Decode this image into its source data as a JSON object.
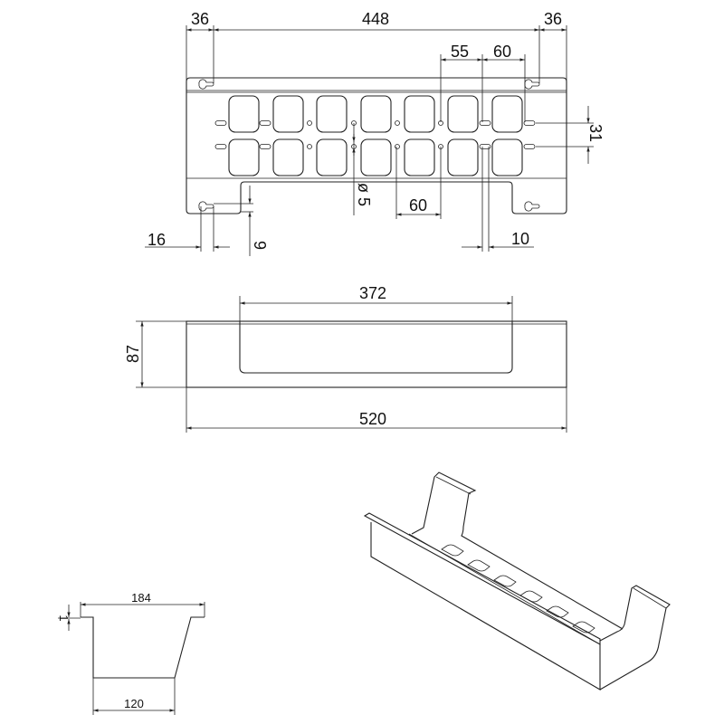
{
  "top_view": {
    "dims": {
      "left_margin": "36",
      "hole_span": "448",
      "right_margin": "36",
      "pitch_a": "55",
      "pitch_b": "60",
      "row_gap": "31",
      "hole_dia": "ø 5",
      "pitch_c": "60",
      "ear_offset": "16",
      "ear_height": "9",
      "slot_len": "10"
    }
  },
  "side_view": {
    "dims": {
      "cutout_width": "372",
      "height": "87",
      "length": "520"
    }
  },
  "section_view": {
    "dims": {
      "top_width": "184",
      "flange_thickness": "1",
      "bottom_width": "120"
    }
  },
  "colors": {
    "line": "#222222",
    "background": "#ffffff"
  }
}
